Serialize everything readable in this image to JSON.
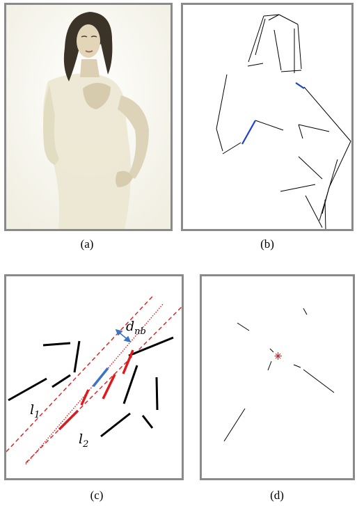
{
  "figure": {
    "panels": [
      {
        "id": "a",
        "caption": "(a)"
      },
      {
        "id": "b",
        "caption": "(b)"
      },
      {
        "id": "c",
        "caption": "(c)"
      },
      {
        "id": "d",
        "caption": "(d)"
      }
    ],
    "panel_c_labels": {
      "l1_base": "l",
      "l1_sub": "1",
      "l2_base": "l",
      "l2_sub": "2",
      "dnb_base": "d",
      "dnb_sub": "nb"
    }
  },
  "colors": {
    "border": "#8a8a8a",
    "segment": "#000000",
    "highlight_blue": "#1f3fcf",
    "dashed_red": "#e0191c",
    "arrow_blue": "#3b74c4",
    "center_star": "#e0191c"
  }
}
